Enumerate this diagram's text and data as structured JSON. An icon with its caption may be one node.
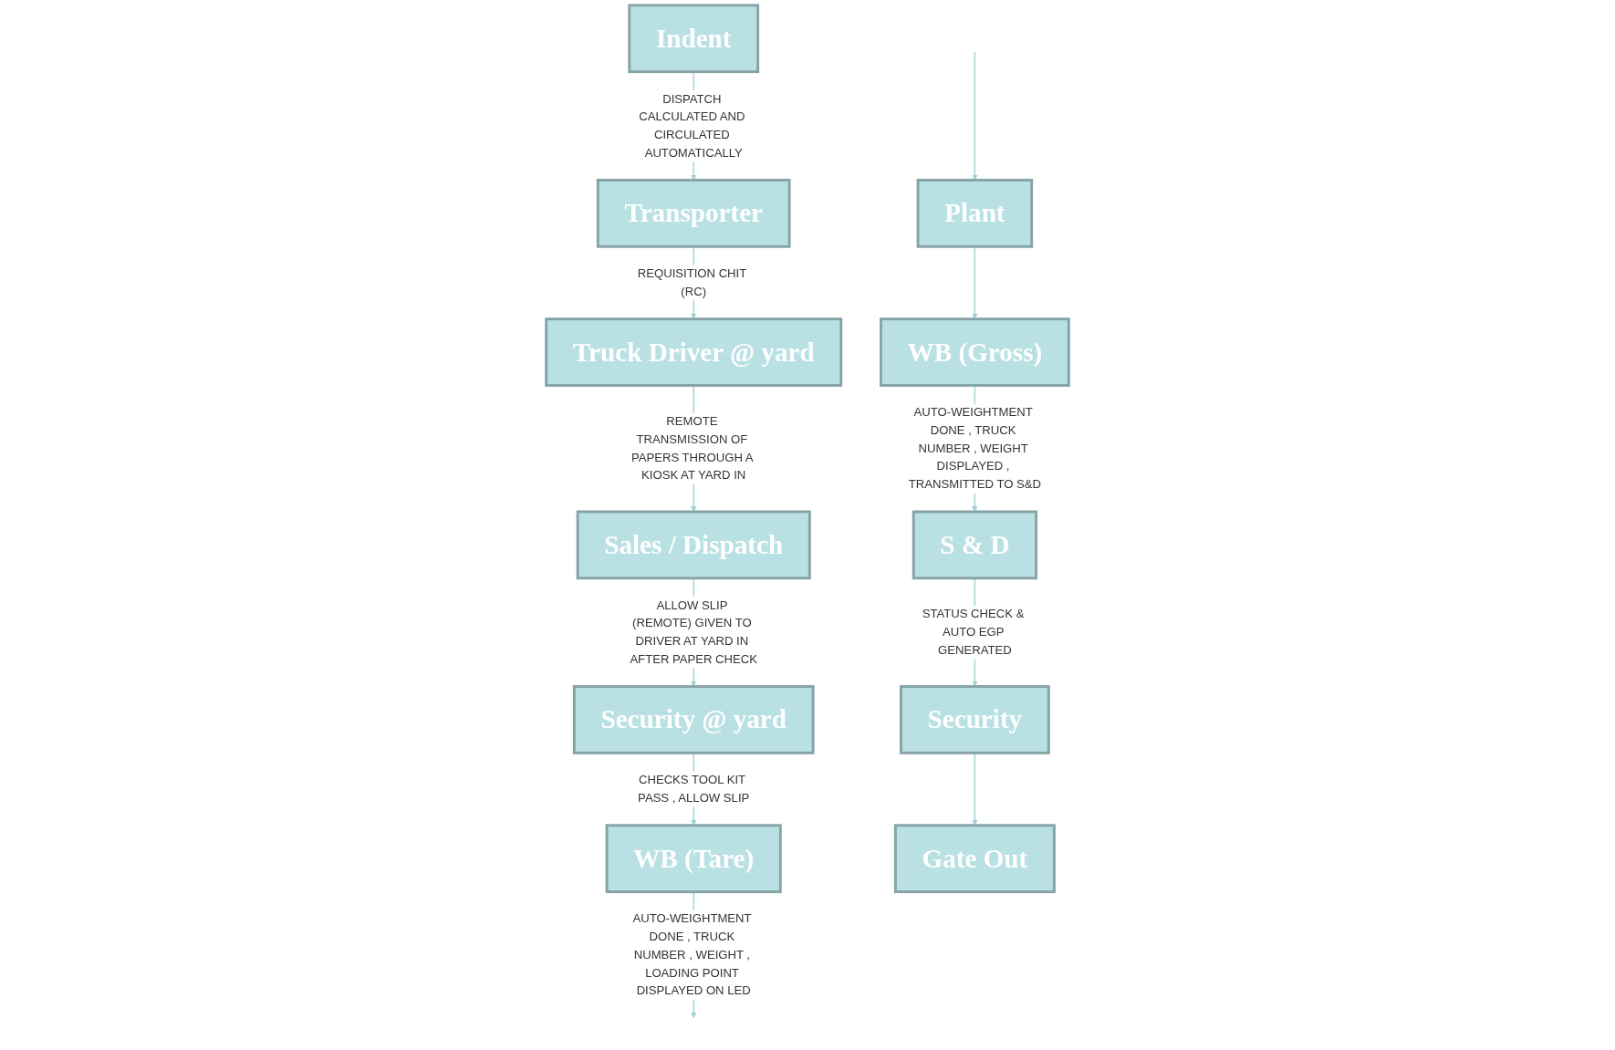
{
  "diagram": {
    "nodes": [
      {
        "text": [
          "Indent"
        ]
      },
      {
        "text": [
          "Transporter"
        ]
      },
      {
        "text": [
          "Truck Driver @ yard"
        ]
      },
      {
        "text": [
          "Sales / Dispatch"
        ]
      },
      {
        "text": [
          "Security @ yard"
        ]
      },
      {
        "text": [
          "WB (Tare)"
        ]
      },
      {
        "text": [
          "Plant"
        ]
      },
      {
        "text": [
          "WB (Gross)"
        ]
      },
      {
        "text": [
          "S & D"
        ]
      },
      {
        "text": [
          "Security"
        ]
      },
      {
        "text": [
          "Gate Out"
        ]
      }
    ],
    "edges": [
      {
        "from": 0,
        "to": 1,
        "arrow": "to",
        "label": "DISPATCH CALCULATED AND CIRCULATED AUTOMATICALLY"
      },
      {
        "from": 1,
        "to": 2,
        "arrow": "to",
        "label": "REQUISITION CHIT (RC)"
      },
      {
        "from": 2,
        "to": 3,
        "arrow": "to",
        "label": "REMOTE TRANSMISSION OF PAPERS THROUGH A KIOSK AT YARD IN"
      },
      {
        "from": 3,
        "to": 4,
        "arrow": "to",
        "label": "ALLOW SLIP (REMOTE) GIVEN TO DRIVER AT YARD IN AFTER PAPER CHECK"
      },
      {
        "from": 4,
        "to": 5,
        "arrow": "to",
        "label": "CHECKS TOOL KIT PASS , ALLOW SLIP"
      },
      {
        "from": 5,
        "to": null,
        "arrow": "to",
        "label": "AUTO-WEIGHTMENT DONE , TRUCK NUMBER , WEIGHT , LOADING POINT DISPLAYED ON LED"
      },
      {
        "from": null,
        "to": 6,
        "arrow": "to"
      },
      {
        "from": 6,
        "to": 7,
        "arrow": "to"
      },
      {
        "from": 7,
        "to": 8,
        "arrow": "to",
        "label": "AUTO-WEIGHTMENT DONE , TRUCK NUMBER , WEIGHT DISPLAYED , TRANSMITTED TO S&D"
      },
      {
        "from": 8,
        "to": 9,
        "arrow": "to",
        "label": "STATUS CHECK & AUTO EGP GENERATED"
      },
      {
        "from": 9,
        "to": 10,
        "arrow": "to"
      }
    ]
  }
}
